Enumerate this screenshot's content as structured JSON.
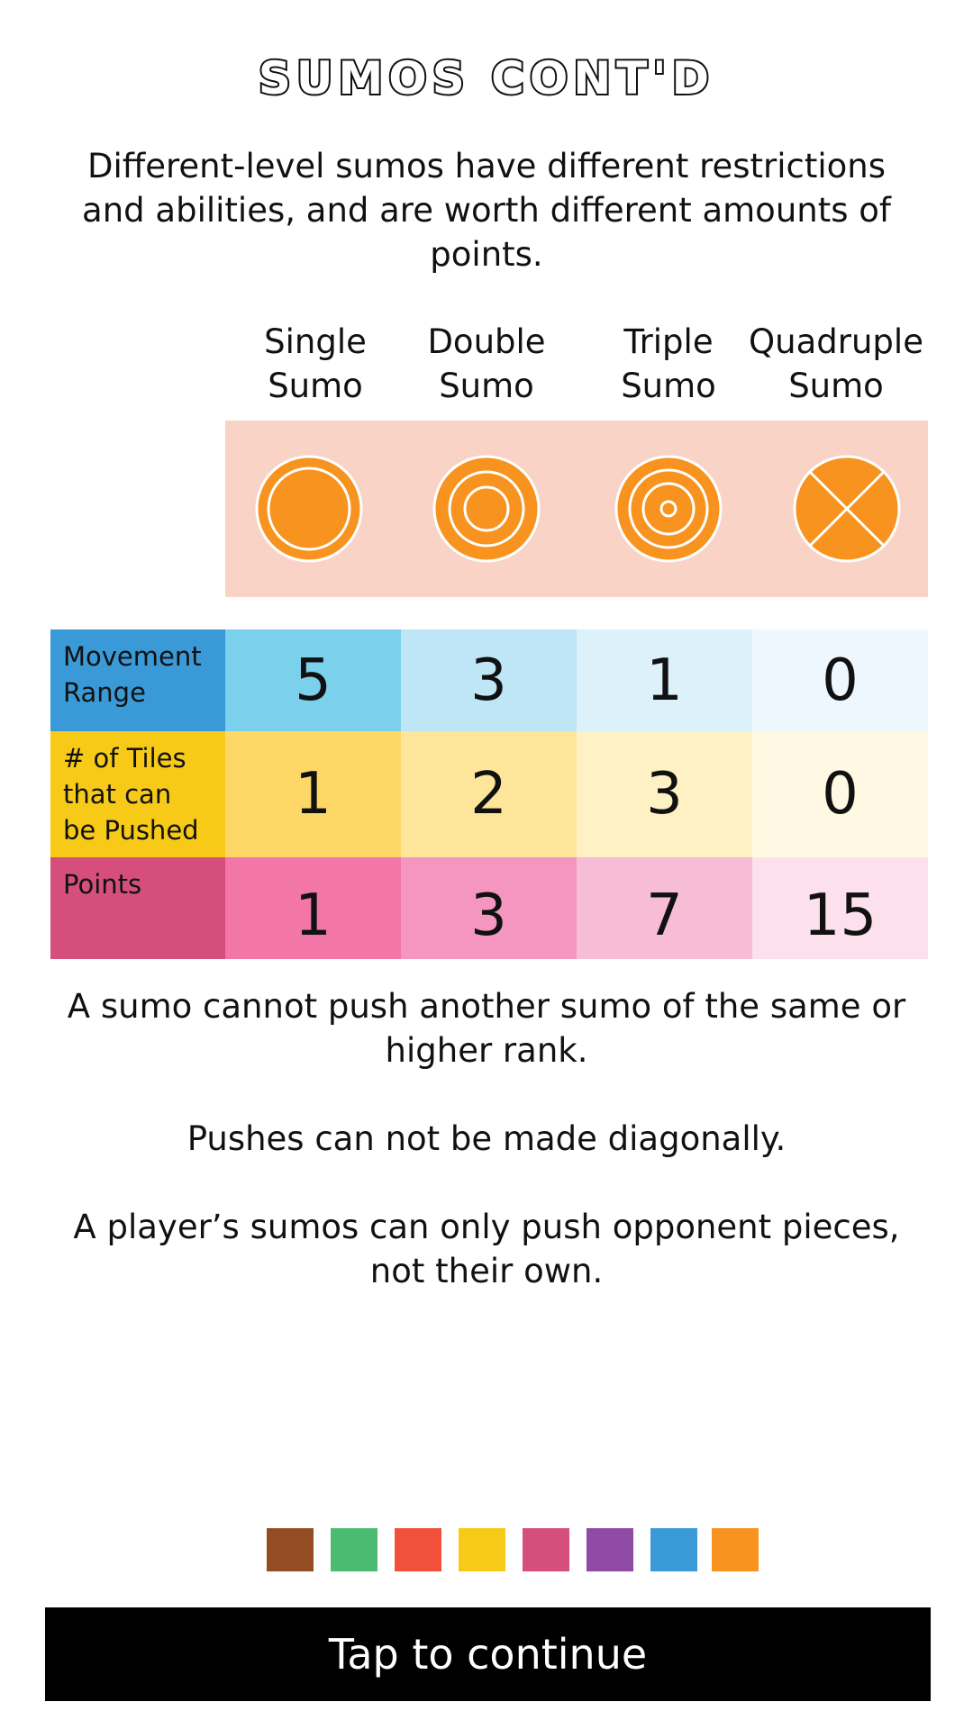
{
  "title": "SUMOS CONT'D",
  "intro": "Different-level sumos have different restrictions and abilities, and are worth different amounts of points.",
  "columns": [
    {
      "line1": "Single",
      "line2": "Sumo"
    },
    {
      "line1": "Double",
      "line2": "Sumo"
    },
    {
      "line1": "Triple",
      "line2": "Sumo"
    },
    {
      "line1": "Quadruple",
      "line2": "Sumo"
    }
  ],
  "icons": [
    "single-sumo-icon",
    "double-sumo-icon",
    "triple-sumo-icon",
    "quadruple-sumo-icon"
  ],
  "rows": [
    {
      "label_lines": [
        "Movement",
        "Range"
      ],
      "values": [
        "5",
        "3",
        "1",
        "0"
      ],
      "label_color": "#3a9ad8",
      "cell_colors": [
        "#7bd0ec",
        "#bfe6f7",
        "#ddf1fb",
        "#edf7fd"
      ]
    },
    {
      "label_lines": [
        "# of Tiles",
        "that can",
        "be Pushed"
      ],
      "values": [
        "1",
        "2",
        "3",
        "0"
      ],
      "label_color": "#f7ca18",
      "cell_colors": [
        "#fdd866",
        "#fde59a",
        "#fef1c4",
        "#fff8e2"
      ]
    },
    {
      "label_lines": [
        "Points"
      ],
      "values": [
        "1",
        "3",
        "7",
        "15"
      ],
      "label_color": "#d64f7c",
      "cell_colors": [
        "#f276a8",
        "#f496bf",
        "#f7bcd6",
        "#fce0ec"
      ]
    }
  ],
  "rules": [
    "A sumo cannot push another sumo of the same or higher rank.",
    "Pushes can not be made diagonally.",
    "A player’s sumos can only push opponent pieces, not their own."
  ],
  "palette": [
    "#944c22",
    "#4bbb72",
    "#f1503a",
    "#f7ca18",
    "#d64f7c",
    "#8e4aa4",
    "#3a9ad8",
    "#f7931e"
  ],
  "sumo_color": "#f7931e",
  "continue_label": "Tap to continue"
}
